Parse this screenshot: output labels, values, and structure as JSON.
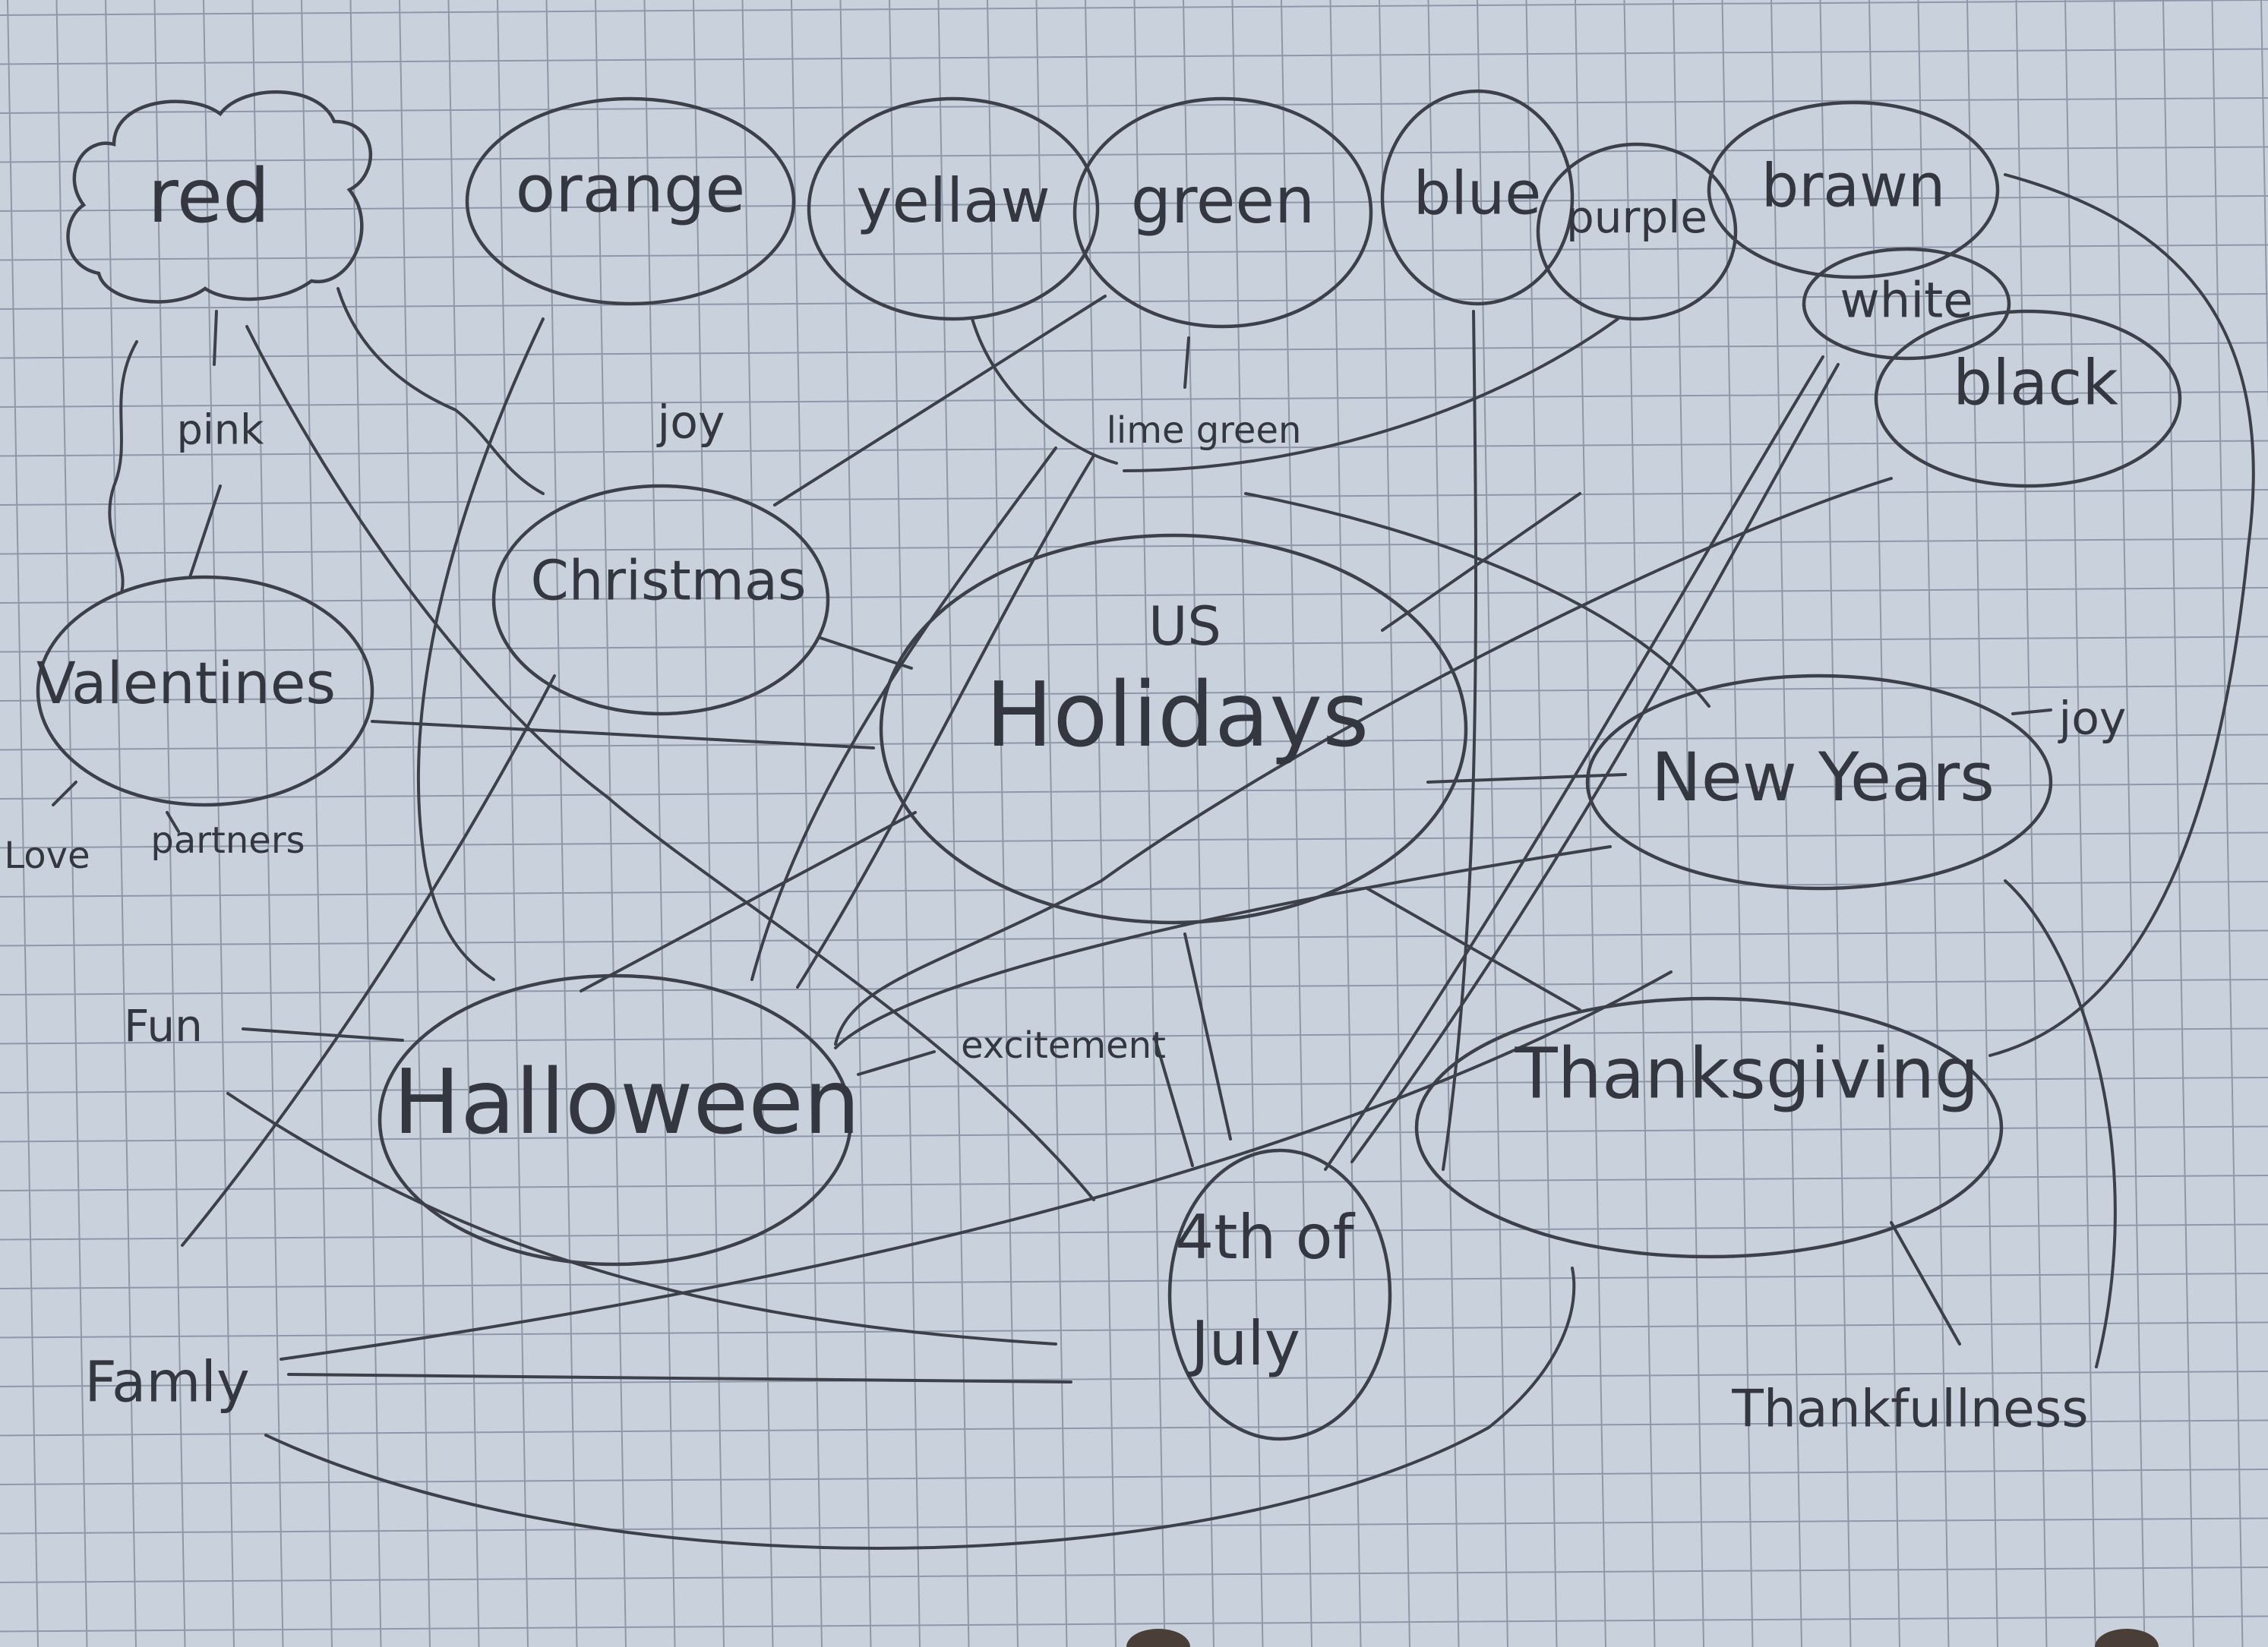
{
  "diagram": {
    "center": {
      "title": "Holidays",
      "prefix": "US"
    },
    "holidays": [
      {
        "id": "christmas",
        "label": "Christmas"
      },
      {
        "id": "valentines",
        "label": "Valentines"
      },
      {
        "id": "halloween",
        "label": "Halloween"
      },
      {
        "id": "new-years",
        "label": "New Years"
      },
      {
        "id": "thanksgiving",
        "label": "Thanksgiving"
      },
      {
        "id": "fourth-of-july",
        "label_line1": "4th of",
        "label_line2": "July"
      }
    ],
    "colors": [
      {
        "id": "red",
        "label": "red"
      },
      {
        "id": "orange",
        "label": "orange"
      },
      {
        "id": "yellow",
        "label": "yellaw"
      },
      {
        "id": "green",
        "label": "green"
      },
      {
        "id": "blue",
        "label": "blue"
      },
      {
        "id": "purple",
        "label": "purple"
      },
      {
        "id": "brown",
        "label": "brawn"
      },
      {
        "id": "white",
        "label": "white"
      },
      {
        "id": "black",
        "label": "black"
      }
    ],
    "feelings": {
      "pink": "pink",
      "joy_christmas": "joy",
      "lime_green": "lime green",
      "joy_new_years": "joy",
      "love": "Love",
      "partners": "partners",
      "fun": "Fun",
      "excitement": "excitement",
      "family": "Famly",
      "thankfulness": "Thankfullness"
    },
    "edges": [
      [
        "center",
        "christmas"
      ],
      [
        "center",
        "valentines"
      ],
      [
        "center",
        "halloween"
      ],
      [
        "center",
        "new-years"
      ],
      [
        "center",
        "thanksgiving"
      ],
      [
        "center",
        "fourth-of-july"
      ],
      [
        "red",
        "valentines"
      ],
      [
        "red",
        "christmas"
      ],
      [
        "red",
        "fourth-of-july"
      ],
      [
        "orange",
        "halloween"
      ],
      [
        "yellow",
        "halloween"
      ],
      [
        "green",
        "christmas"
      ],
      [
        "blue",
        "fourth-of-july"
      ],
      [
        "purple",
        "christmas"
      ],
      [
        "white",
        "fourth-of-july"
      ],
      [
        "black",
        "halloween"
      ],
      [
        "brown",
        "thanksgiving"
      ]
    ]
  }
}
